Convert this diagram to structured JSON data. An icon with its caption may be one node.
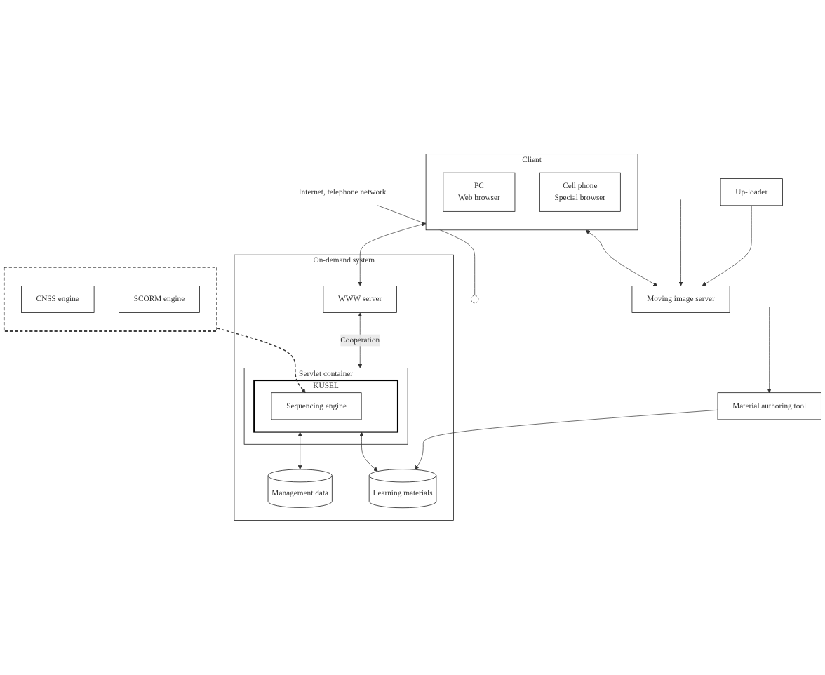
{
  "diagram": {
    "nodes": [
      {
        "text": [
          "Client"
        ]
      },
      {
        "text": [
          "PC",
          "Web browser"
        ],
        "in": 0
      },
      {
        "text": [
          "Cell phone",
          "Special browser"
        ],
        "in": 0
      },
      {
        "text": [],
        "shape": "circle"
      },
      {
        "text": [
          "Internet, telephone network"
        ]
      },
      {
        "text": [
          "Moving image server"
        ]
      },
      {
        "text": [
          "Up-loader"
        ]
      },
      {
        "text": [
          "On-demand system"
        ]
      },
      {
        "text": [
          "WWW server"
        ],
        "in": 7
      },
      {
        "text": [
          "Servlet container"
        ],
        "in": 7
      },
      {
        "text": [
          "KUSEL"
        ],
        "in": 9
      },
      {
        "text": [
          "Sequencing engine"
        ],
        "in": 10
      },
      {
        "text": [
          "Management data"
        ],
        "in": 7
      },
      {
        "text": [
          "Learning materials"
        ],
        "in": 7
      },
      {
        "text": [],
        "shape": "box"
      },
      {
        "text": [
          "CNSS engine"
        ],
        "in": 14
      },
      {
        "text": [
          "SCORM engine"
        ],
        "in": 14
      },
      {
        "text": [
          "Material authoring tool"
        ]
      }
    ],
    "edges": [
      {
        "from": 0,
        "to": 5,
        "arrow": "both"
      },
      {
        "from": 0,
        "to": 8,
        "arrow": "both"
      },
      {
        "from": 4,
        "to": 3,
        "arrow": "none"
      },
      {
        "from": 6,
        "to": 5,
        "arrow": "to"
      },
      {
        "from": null,
        "to": 5,
        "arrow": "to"
      },
      {
        "from": 8,
        "to": 9,
        "arrow": "both",
        "label": "Cooperation"
      },
      {
        "from": 10,
        "to": 12,
        "arrow": "both"
      },
      {
        "from": 10,
        "to": 13,
        "arrow": "both"
      },
      {
        "from": 14,
        "to": 11,
        "arrow": "to",
        "style": "dashed"
      },
      {
        "from": 17,
        "to": 13,
        "arrow": "to"
      },
      {
        "from": null,
        "to": 17,
        "arrow": "to"
      }
    ]
  }
}
